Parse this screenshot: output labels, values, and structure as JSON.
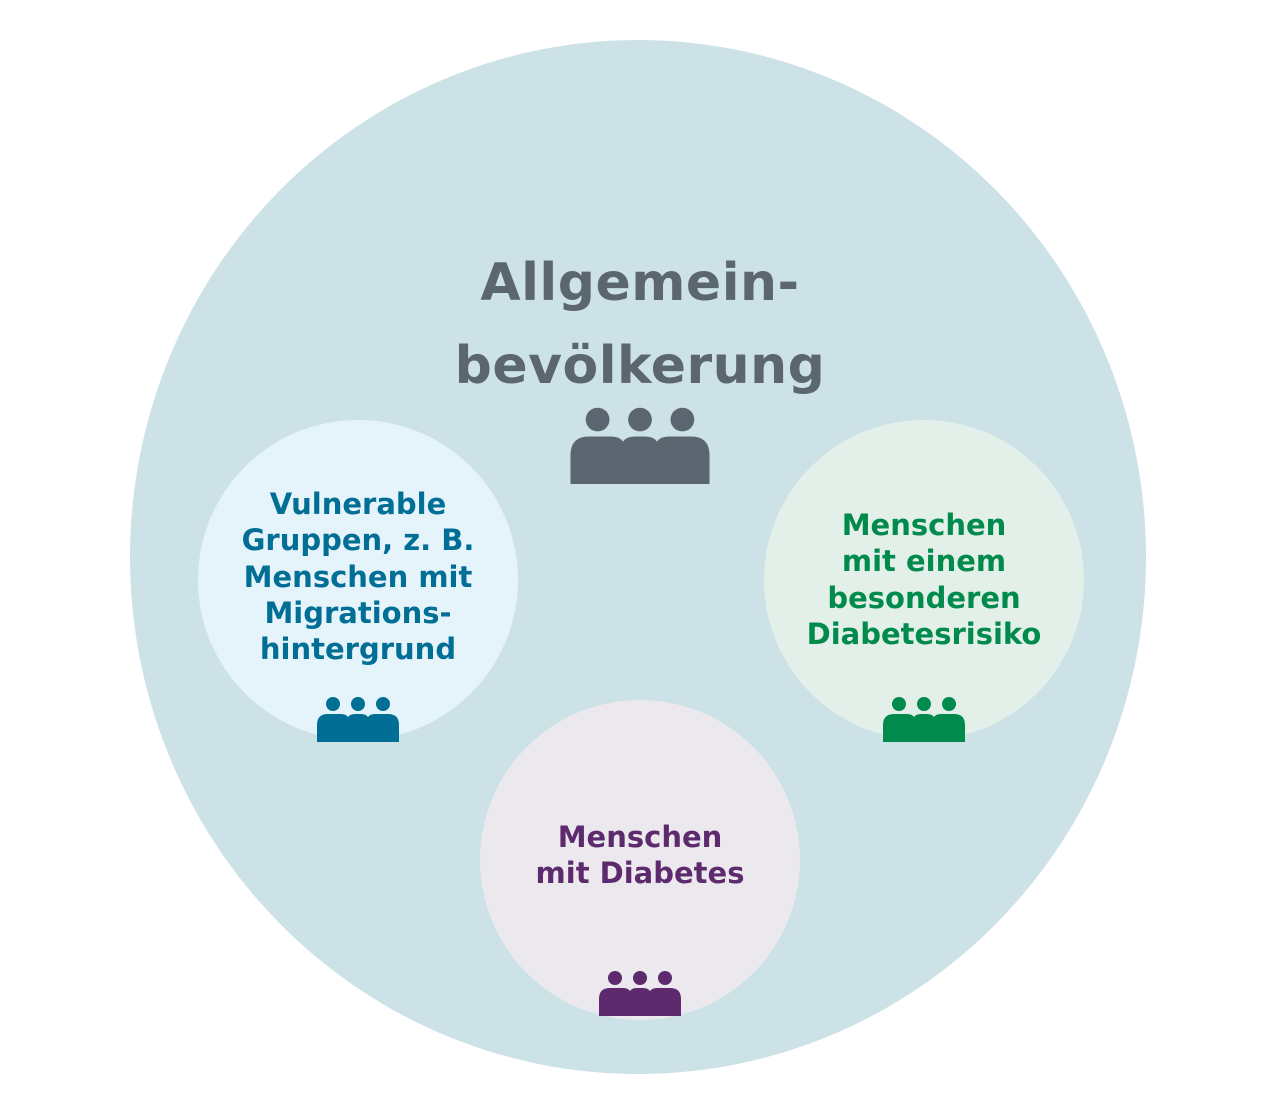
{
  "diagram": {
    "main": {
      "title": "Allgemein-\nbevölkerung",
      "icon": "people-group-icon",
      "circle_color": "#cce2e7",
      "text_color": "#5b6670",
      "icon_color": "#5b6670"
    },
    "groups": [
      {
        "id": "vulnerable",
        "label": "Vulnerable\nGruppen, z. B.\nMenschen mit\nMigrations-\nhintergrund",
        "icon": "people-group-icon",
        "circle_color": "#e5f3fa",
        "text_color": "#006e95"
      },
      {
        "id": "risk",
        "label": "Menschen\nmit einem\nbesonderen\nDiabetesrisiko",
        "icon": "people-group-icon",
        "circle_color": "#e3f0ea",
        "text_color": "#008a4b"
      },
      {
        "id": "diabetes",
        "label": "Menschen\nmit Diabetes",
        "icon": "people-group-icon",
        "circle_color": "#ebe9ee",
        "text_color": "#5d2a6e"
      }
    ]
  }
}
